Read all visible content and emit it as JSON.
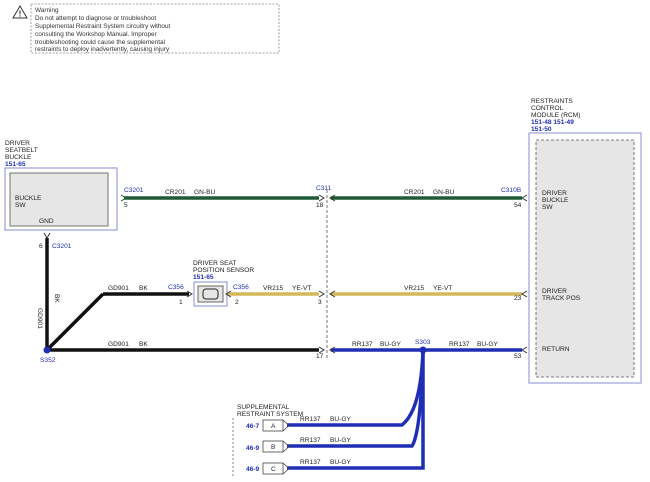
{
  "warning": {
    "title": "Warning",
    "lines": [
      "Do not attempt to diagnose or troubleshoot",
      "Supplemental Restraint System circuitry without",
      "consulting the Workshop Manual. Improper",
      "troubleshooting could cause the supplemental",
      "restraints to deploy inadvertently, causing injury"
    ]
  },
  "buckle": {
    "title_lines": [
      "DRIVER",
      "SEATBELT",
      "BUCKLE"
    ],
    "ref": "151-65",
    "inner_lines": [
      "BUCKLE",
      "SW"
    ],
    "gnd": "GND"
  },
  "rcm": {
    "title_lines": [
      "RESTRAINTS",
      "CONTROL",
      "MODULE (RCM)"
    ],
    "refs": [
      "151-48  151-49",
      "151-50"
    ],
    "pins": [
      {
        "lines": [
          "DRIVER",
          "BUCKLE",
          "SW"
        ]
      },
      {
        "lines": [
          "DRIVER",
          "TRACK POS"
        ]
      },
      {
        "lines": [
          "RETURN"
        ]
      }
    ]
  },
  "sensor": {
    "title_lines": [
      "DRIVER SEAT",
      "POSITION SENSOR"
    ],
    "ref": "151-65"
  },
  "connectors": {
    "c3201_top": "C3201",
    "c3201_top_pin": "5",
    "c3201_bottom": "C3201",
    "c3201_bottom_pin": "6",
    "c311": "C311",
    "c311_pins": [
      "18",
      "3",
      "17"
    ],
    "c310b": "C310B",
    "c310b_pins": [
      "54",
      "23",
      "53"
    ],
    "c356_left": "C356",
    "c356_left_pin": "1",
    "c356_right": "C356",
    "c356_right_pin": "2"
  },
  "splices": {
    "s352": "S352",
    "s303": "S303"
  },
  "wires": {
    "cr201_a": {
      "circuit": "CR201",
      "color": "GN-BU"
    },
    "cr201_b": {
      "circuit": "CR201",
      "color": "GN-BU"
    },
    "vr215_a": {
      "circuit": "VR215",
      "color": "YE-VT"
    },
    "vr215_b": {
      "circuit": "VR215",
      "color": "YE-VT"
    },
    "gd901_a": {
      "circuit": "GD901",
      "color": "BK"
    },
    "gd901_b": {
      "circuit": "GD901",
      "color": "BK"
    },
    "gd901_v": {
      "circuit": "GD901",
      "color": "BK"
    },
    "rr137_a": {
      "circuit": "RR137",
      "color": "BU-GY"
    },
    "rr137_b": {
      "circuit": "RR137",
      "color": "BU-GY"
    },
    "rr137_sa": {
      "circuit": "RR137",
      "color": "BU-GY"
    },
    "rr137_sb": {
      "circuit": "RR137",
      "color": "BU-GY"
    },
    "rr137_sc": {
      "circuit": "RR137",
      "color": "BU-GY"
    }
  },
  "srs": {
    "title_lines": [
      "SUPPLEMENTAL",
      "RESTRAINT SYSTEM"
    ],
    "items": [
      {
        "ref": "46-7",
        "letter": "A"
      },
      {
        "ref": "46-9",
        "letter": "B"
      },
      {
        "ref": "46-9",
        "letter": "C"
      }
    ]
  },
  "colors": {
    "green_wire": "#1e5b35",
    "yellow_wire": "#d4b95a",
    "black_wire": "#111111",
    "blue_wire": "#1f2fb5",
    "component_fill": "#e6e6e6",
    "component_border": "#9aa0d8"
  }
}
